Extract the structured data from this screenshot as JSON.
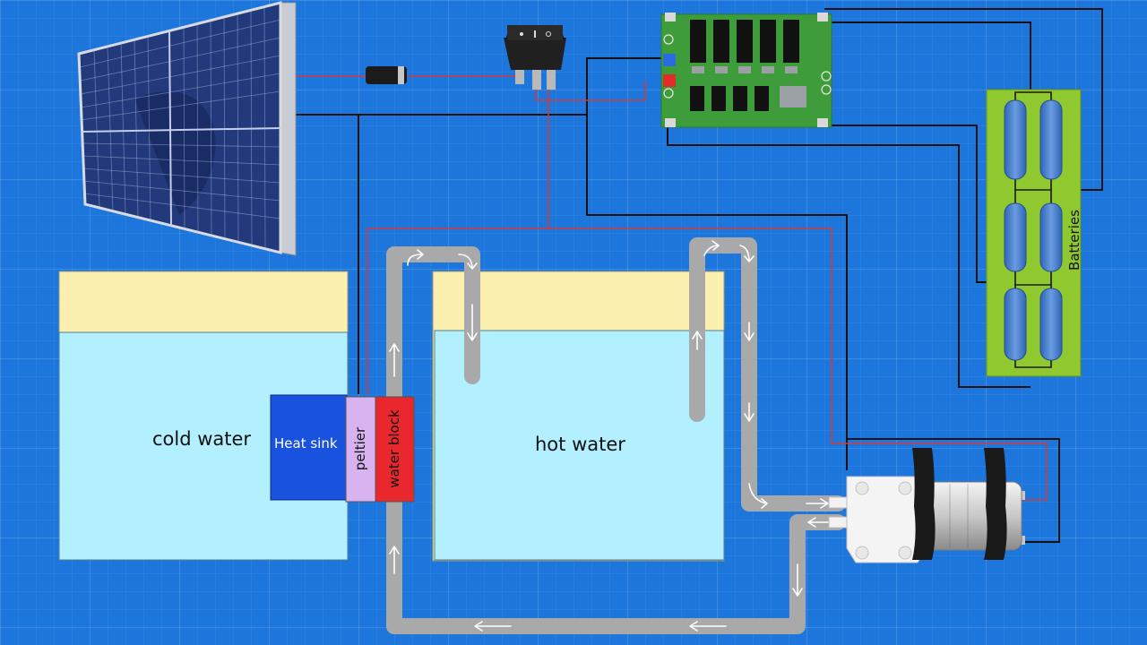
{
  "labels": {
    "cold_water": "cold water",
    "hot_water": "hot water",
    "heat_sink": "Heat sink",
    "peltier": "peltier",
    "water_block": "water block",
    "batteries": "Batteries"
  },
  "colors": {
    "background": "#1d76dc",
    "tank_fill": "#b2efff",
    "tank_air": "#fbf0b0",
    "heat_sink": "#1a52e0",
    "peltier": "#d9b2f0",
    "water_block": "#e8282d",
    "battery_board": "#8fc92f",
    "pcb": "#3f9c3a",
    "pipe": "#a9a9a9",
    "wire_black": "#111111",
    "wire_red": "#d33a3a"
  }
}
